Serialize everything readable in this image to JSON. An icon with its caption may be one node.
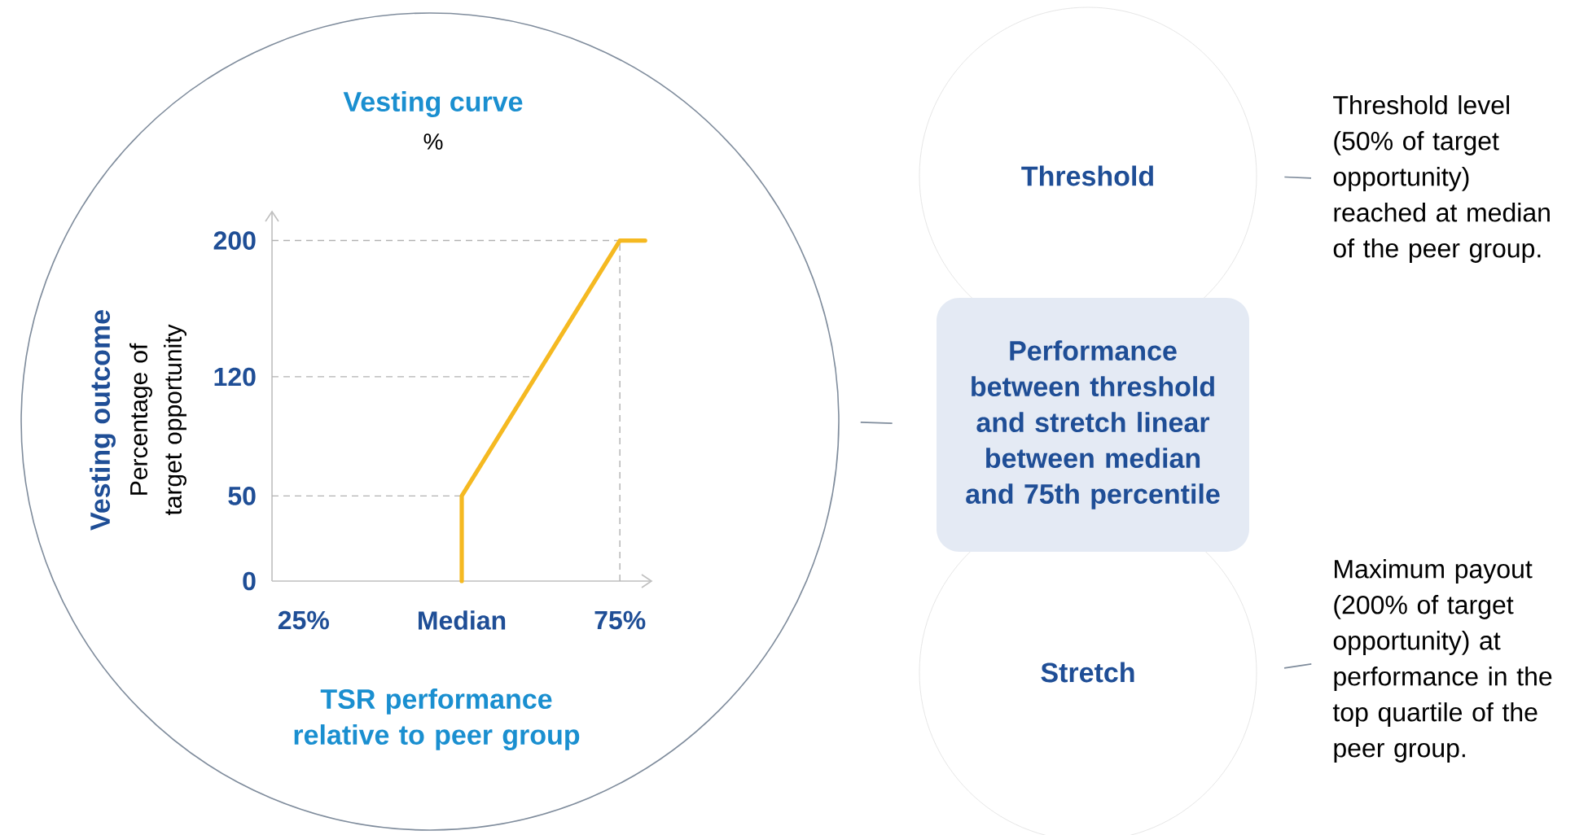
{
  "diagram": {
    "nodes": [
      {
        "text": [],
        "shape": "circle"
      },
      {
        "text": [
          "Threshold"
        ]
      },
      {
        "text": [
          "Performance between threshold and stretch linear between median and 75th percentile"
        ]
      },
      {
        "text": [
          "Stretch"
        ]
      },
      {
        "text": [
          "Threshold level (50% of target opportunity) reached at median of the peer group."
        ]
      },
      {
        "text": [
          "Maximum payout (200% of target opportunity) at performance in the top quartile of the peer group."
        ]
      }
    ],
    "edges": [
      {
        "from": 0,
        "to": 2,
        "arrow": "none"
      },
      {
        "from": 1,
        "to": 4,
        "arrow": "none"
      },
      {
        "from": 3,
        "to": 5,
        "arrow": "none"
      }
    ],
    "labels": [
      "%",
      "Percentage of target opportunity"
    ],
    "chart_data": {
      "type": "line",
      "title": "Vesting curve",
      "xlabel": "TSR performance relative to peer group",
      "ylabel": "Vesting outcome",
      "x": [
        50,
        50,
        75,
        79
      ],
      "series": [
        {
          "color": "#f5b921",
          "values": [
            0,
            50,
            200,
            200
          ]
        }
      ],
      "xlim": [
        20,
        80
      ],
      "ylim": [
        0,
        217
      ],
      "xticks": [
        {
          "value": 25,
          "label": "25%"
        },
        {
          "value": 50,
          "label": "Median"
        },
        {
          "value": 75,
          "label": "75%"
        }
      ],
      "yticks": [
        0,
        50,
        120,
        200
      ],
      "ref_lines": [
        {
          "axis": "y",
          "value": 50
        },
        {
          "axis": "y",
          "value": 120
        },
        {
          "axis": "y",
          "value": 200
        },
        {
          "axis": "x",
          "value": 75
        }
      ]
    }
  }
}
